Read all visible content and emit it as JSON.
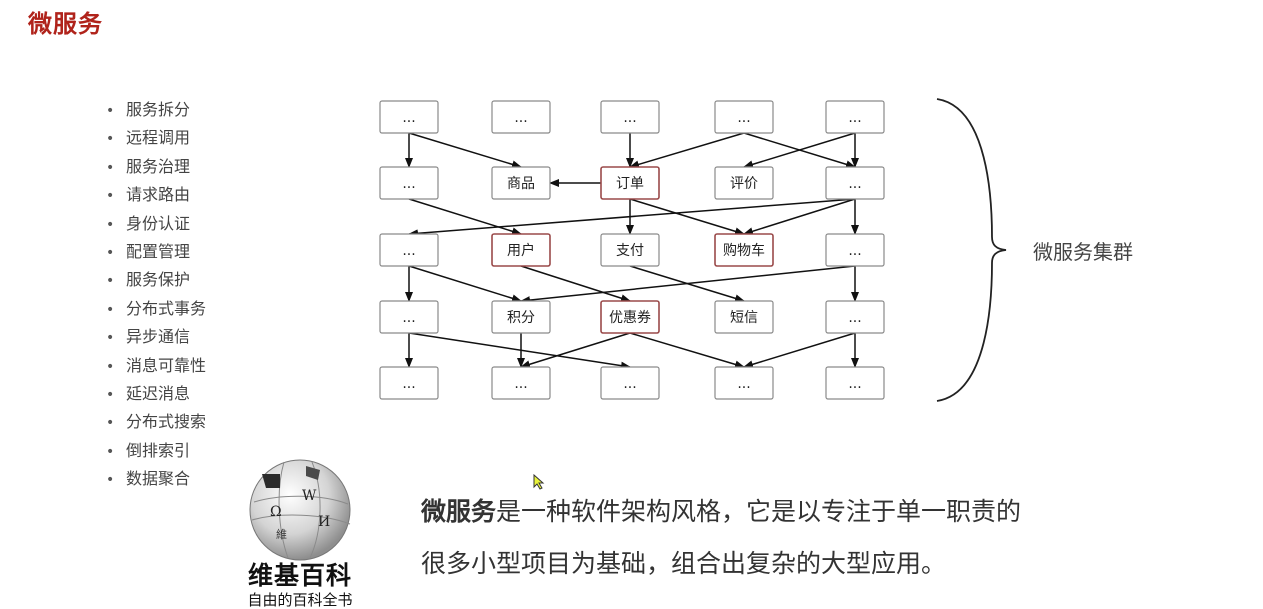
{
  "page": {
    "title": "微服务"
  },
  "features": [
    "服务拆分",
    "远程调用",
    "服务治理",
    "请求路由",
    "身份认证",
    "配置管理",
    "服务保护",
    "分布式事务",
    "异步通信",
    "消息可靠性",
    "延迟消息",
    "分布式搜索",
    "倒排索引",
    "数据聚合"
  ],
  "diagram": {
    "cluster_label": "微服务集群",
    "rows": [
      [
        "...",
        "...",
        "...",
        "...",
        "..."
      ],
      [
        "...",
        "商品",
        "订单",
        "评价",
        "..."
      ],
      [
        "...",
        "用户",
        "支付",
        "购物车",
        "..."
      ],
      [
        "...",
        "积分",
        "优惠券",
        "短信",
        "..."
      ],
      [
        "...",
        "...",
        "...",
        "...",
        "..."
      ]
    ],
    "highlighted": [
      [
        1,
        2
      ],
      [
        2,
        1
      ],
      [
        2,
        3
      ],
      [
        3,
        2
      ]
    ],
    "edges": [
      [
        [
          0,
          0
        ],
        [
          1,
          0
        ]
      ],
      [
        [
          0,
          0
        ],
        [
          1,
          1
        ]
      ],
      [
        [
          0,
          2
        ],
        [
          1,
          2
        ]
      ],
      [
        [
          0,
          3
        ],
        [
          1,
          2
        ]
      ],
      [
        [
          0,
          3
        ],
        [
          1,
          4
        ]
      ],
      [
        [
          0,
          4
        ],
        [
          1,
          4
        ]
      ],
      [
        [
          0,
          4
        ],
        [
          1,
          3
        ]
      ],
      [
        [
          1,
          2
        ],
        [
          1,
          1
        ]
      ],
      [
        [
          1,
          0
        ],
        [
          2,
          1
        ]
      ],
      [
        [
          1,
          2
        ],
        [
          2,
          2
        ]
      ],
      [
        [
          1,
          2
        ],
        [
          2,
          3
        ]
      ],
      [
        [
          1,
          4
        ],
        [
          2,
          0
        ]
      ],
      [
        [
          1,
          4
        ],
        [
          2,
          3
        ]
      ],
      [
        [
          1,
          4
        ],
        [
          2,
          4
        ]
      ],
      [
        [
          2,
          0
        ],
        [
          3,
          0
        ]
      ],
      [
        [
          2,
          0
        ],
        [
          3,
          1
        ]
      ],
      [
        [
          2,
          1
        ],
        [
          3,
          2
        ]
      ],
      [
        [
          2,
          2
        ],
        [
          3,
          3
        ]
      ],
      [
        [
          2,
          4
        ],
        [
          3,
          1
        ]
      ],
      [
        [
          2,
          4
        ],
        [
          3,
          4
        ]
      ],
      [
        [
          3,
          0
        ],
        [
          4,
          0
        ]
      ],
      [
        [
          3,
          0
        ],
        [
          4,
          2
        ]
      ],
      [
        [
          3,
          1
        ],
        [
          4,
          1
        ]
      ],
      [
        [
          3,
          2
        ],
        [
          4,
          1
        ]
      ],
      [
        [
          3,
          2
        ],
        [
          4,
          3
        ]
      ],
      [
        [
          3,
          4
        ],
        [
          4,
          3
        ]
      ],
      [
        [
          3,
          4
        ],
        [
          4,
          4
        ]
      ]
    ]
  },
  "wiki": {
    "name": "维基百科",
    "tagline": "自由的百科全书",
    "glyphs": [
      "Ω",
      "W",
      "И",
      "維"
    ]
  },
  "definition": {
    "term": "微服务",
    "line1": "是一种软件架构风格，它是以专注于单一职责的",
    "line2": "很多小型项目为基础，组合出复杂的大型应用。"
  }
}
